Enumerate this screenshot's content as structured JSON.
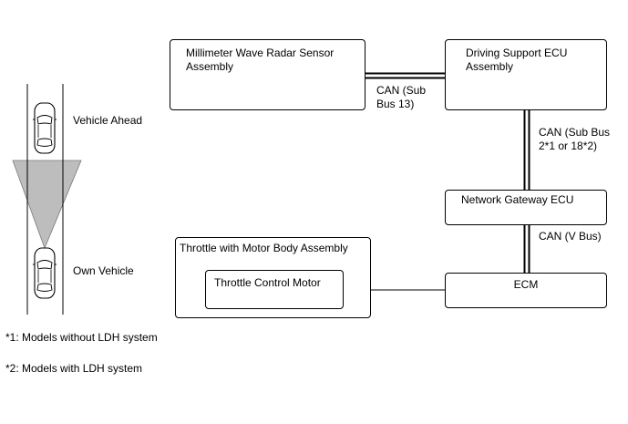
{
  "components": {
    "radar_sensor": "Millimeter Wave Radar Sensor\nAssembly",
    "driving_support_ecu": "Driving Support ECU\nAssembly",
    "network_gateway_ecu": "Network Gateway ECU",
    "ecm": "ECM",
    "throttle_body": "Throttle with Motor Body Assembly",
    "throttle_motor": "Throttle Control Motor"
  },
  "connections": {
    "can_sub_bus_13": "CAN (Sub\nBus 13)",
    "can_sub_bus_2_18": "CAN (Sub Bus\n2*1 or 18*2)",
    "can_v_bus": "CAN (V Bus)"
  },
  "vehicles": {
    "ahead": "Vehicle Ahead",
    "own": "Own Vehicle"
  },
  "notes": [
    "*1: Models without LDH system",
    "*2: Models with LDH system"
  ]
}
